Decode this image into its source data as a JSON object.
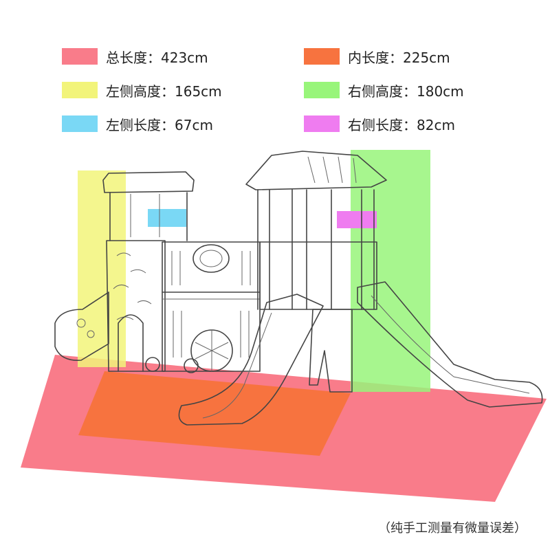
{
  "legend": [
    {
      "label": "总长度：423cm",
      "color": "#f97c8a"
    },
    {
      "label": "内长度：225cm",
      "color": "#f7733f"
    },
    {
      "label": "左侧高度：165cm",
      "color": "#f2f47a"
    },
    {
      "label": "右侧高度：180cm",
      "color": "#98f57a"
    },
    {
      "label": "左侧长度：67cm",
      "color": "#7ad8f5"
    },
    {
      "label": "右侧长度：82cm",
      "color": "#ef7cf0"
    }
  ],
  "footnote": "（纯手工测量有微量误差）",
  "colors": {
    "total_length": "#f97c8a",
    "inner_length": "#f7733f",
    "left_height": "#f2f47a",
    "right_height": "#98f57a",
    "left_length": "#7ad8f5",
    "right_length": "#ef7cf0"
  }
}
